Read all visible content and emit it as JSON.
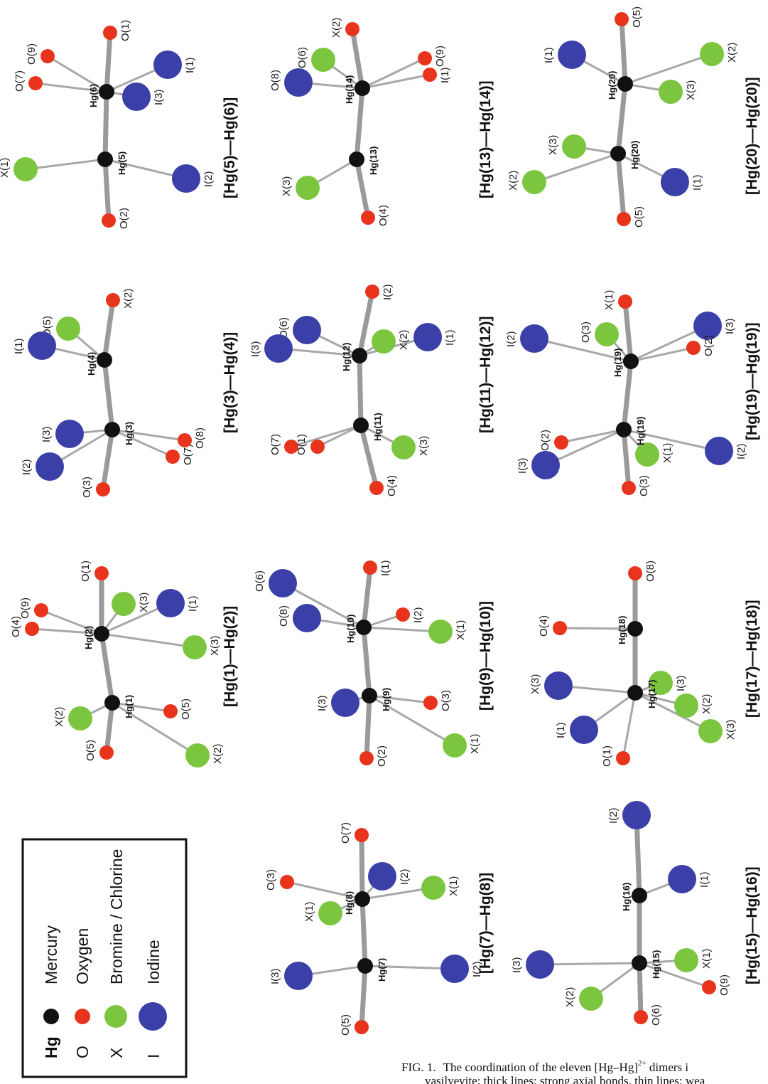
{
  "legend": {
    "items": [
      {
        "symbol": "Hg",
        "label": "Mercury",
        "color": "#111111"
      },
      {
        "symbol": "O",
        "label": "Oxygen",
        "color": "#e8341c"
      },
      {
        "symbol": "X",
        "label": "Bromine / Chlorine",
        "color": "#7cc63f"
      },
      {
        "symbol": "I",
        "label": "Iodine",
        "color": "#3b3fa8"
      }
    ]
  },
  "dimers": [
    {
      "title": "[Hg(5)—Hg(6)]",
      "hg_labels": [
        "Hg(6)",
        "Hg(5)"
      ],
      "atoms": [
        "O(1)",
        "I(1)",
        "O(9)",
        "O(7)",
        "I(3)",
        "X(1)",
        "O(2)",
        "I(2)"
      ]
    },
    {
      "title": "[Hg(13)—Hg(14)]",
      "hg_labels": [
        "Hg(14)",
        "Hg(13)"
      ],
      "atoms": [
        "X(2)",
        "O(6)",
        "O(9)",
        "I(1)",
        "O(8)",
        "X(3)",
        "O(4)"
      ]
    },
    {
      "title": "[Hg(20)—Hg(20)]",
      "hg_labels": [
        "Hg(20)",
        "Hg(20)"
      ],
      "atoms": [
        "O(5)",
        "I(1)",
        "X(2)",
        "X(3)",
        "X(3)",
        "X(2)",
        "O(5)",
        "I(1)"
      ]
    },
    {
      "title": "[Hg(3)—Hg(4)]",
      "hg_labels": [
        "Hg(4)",
        "Hg(3)"
      ],
      "atoms": [
        "X(2)",
        "O(5)",
        "I(1)",
        "I(3)",
        "I(2)",
        "O(3)",
        "O(7)",
        "O(8)"
      ]
    },
    {
      "title": "[Hg(11)—Hg(12)]",
      "hg_labels": [
        "Hg(12)",
        "Hg(11)"
      ],
      "atoms": [
        "I(2)",
        "O(6)",
        "X(2)",
        "I(1)",
        "I(3)",
        "O(7)",
        "O(1)",
        "O(4)",
        "X(3)"
      ]
    },
    {
      "title": "[Hg(19)—Hg(19)]",
      "hg_labels": [
        "Hg(19)",
        "Hg(19)"
      ],
      "atoms": [
        "X(1)",
        "O(3)",
        "I(3)",
        "I(2)",
        "O(2)",
        "O(2)",
        "I(3)",
        "O(3)",
        "X(1)",
        "I(2)"
      ]
    },
    {
      "title": "[Hg(1)—Hg(2)]",
      "hg_labels": [
        "Hg(2)",
        "Hg(1)"
      ],
      "atoms": [
        "O(1)",
        "X(3)",
        "I(1)",
        "O(9)",
        "O(4)",
        "X(3)",
        "X(2)",
        "O(5)",
        "O(5)",
        "X(2)"
      ]
    },
    {
      "title": "[Hg(9)—Hg(10)]",
      "hg_labels": [
        "Hg(10)",
        "Hg(9)"
      ],
      "atoms": [
        "I(1)",
        "O(6)",
        "O(8)",
        "I(2)",
        "X(1)",
        "O(3)",
        "I(3)",
        "O(2)",
        "X(1)"
      ]
    },
    {
      "title": "[Hg(17)—Hg(18)]",
      "hg_labels": [
        "Hg(18)",
        "Hg(17)"
      ],
      "atoms": [
        "O(8)",
        "O(4)",
        "I(3)",
        "X(2)",
        "X(3)",
        "I(1)",
        "O(1)",
        "X(3)"
      ]
    },
    {
      "title": "[Hg(7)—Hg(8)]",
      "hg_labels": [
        "Hg(8)",
        "Hg(7)"
      ],
      "atoms": [
        "O(7)",
        "O(3)",
        "I(2)",
        "X(1)",
        "X(1)",
        "I(3)",
        "O(5)",
        "I(2)"
      ]
    },
    {
      "title": "[Hg(15)—Hg(16)]",
      "hg_labels": [
        "Hg(16)",
        "Hg(15)"
      ],
      "atoms": [
        "I(2)",
        "I(1)",
        "I(3)",
        "X(1)",
        "X(2)",
        "O(6)",
        "O(9)"
      ]
    }
  ],
  "caption": {
    "prefix": "FIG. 1.",
    "line1": "The coordination of the eleven [Hg–Hg]",
    "superscript": "2+",
    "line1_end": " dimers i",
    "line2": "vasilyevite: thick lines: strong axial bonds, thin lines: wea"
  }
}
